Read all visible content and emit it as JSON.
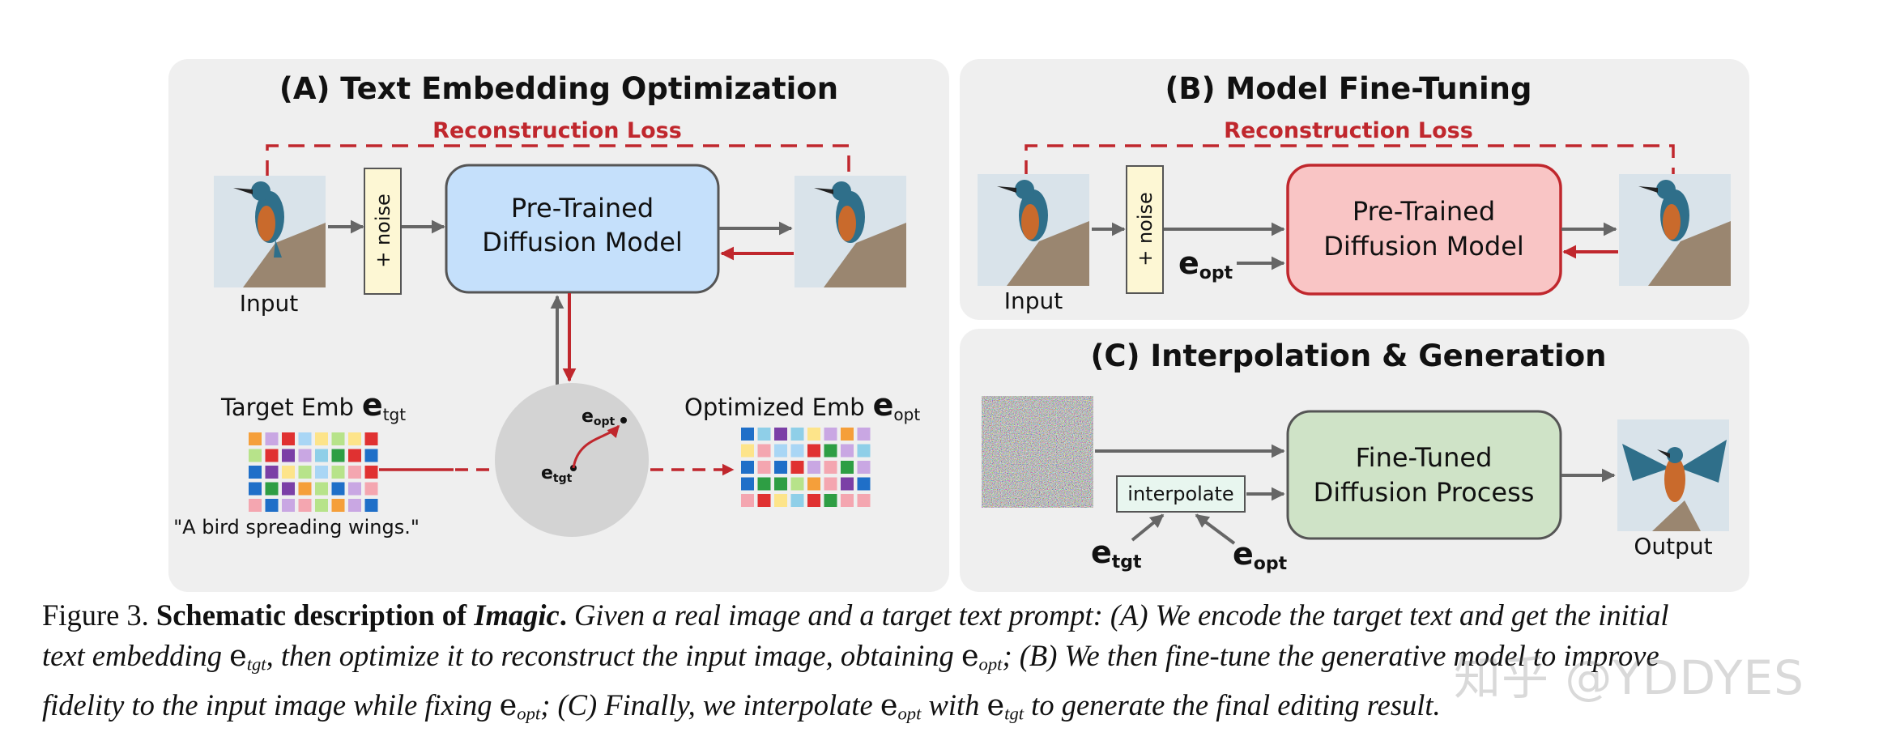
{
  "panels": {
    "a": {
      "title": "(A) Text Embedding Optimization",
      "loss_label": "Reconstruction Loss",
      "input_label": "Input",
      "noise_label": "+ noise",
      "model_line1": "Pre-Trained",
      "model_line2": "Diffusion Model",
      "target_emb_label": "Target Emb",
      "optimized_emb_label": "Optimized Emb",
      "e_symbol": "e",
      "tgt_sub": "tgt",
      "opt_sub": "opt",
      "prompt": "\"A bird spreading wings.\""
    },
    "b": {
      "title": "(B) Model Fine-Tuning",
      "loss_label": "Reconstruction Loss",
      "input_label": "Input",
      "noise_label": "+ noise",
      "model_line1": "Pre-Trained",
      "model_line2": "Diffusion Model",
      "e_symbol": "e",
      "opt_sub": "opt"
    },
    "c": {
      "title": "(C) Interpolation & Generation",
      "interpolate_label": "interpolate",
      "model_line1": "Fine-Tuned",
      "model_line2": "Diffusion Process",
      "output_label": "Output",
      "e_symbol": "e",
      "tgt_sub": "tgt",
      "opt_sub": "opt"
    }
  },
  "colors": {
    "panel_bg": "#efefef",
    "loss_red": "#c0272d",
    "arrow_gray": "#666666",
    "model_blue": "#c5e0fb",
    "model_red": "#f9c5c5",
    "model_green": "#cfe3c7",
    "noise_box": "#fdf7d4",
    "interp_box": "#e8f6ef"
  },
  "caption": {
    "figure_label": "Figure 3.",
    "bold_lead": "Schematic description of",
    "bold_name": "Imagic",
    "seg1": "Given a real image and a target text prompt: (A) We encode the target text and get the initial",
    "seg2": "text embedding",
    "seg3": ", then optimize it to reconstruct the input image, obtaining",
    "seg4": "; (B) We then fine-tune the generative model to improve",
    "seg5": "fidelity to the input image while fixing",
    "seg6": "; (C) Finally, we interpolate",
    "seg7": "with",
    "seg8": "to generate the final editing result.",
    "e_symbol": "e",
    "tgt": "tgt",
    "opt": "opt"
  },
  "watermark": "知乎 @YDDYES"
}
